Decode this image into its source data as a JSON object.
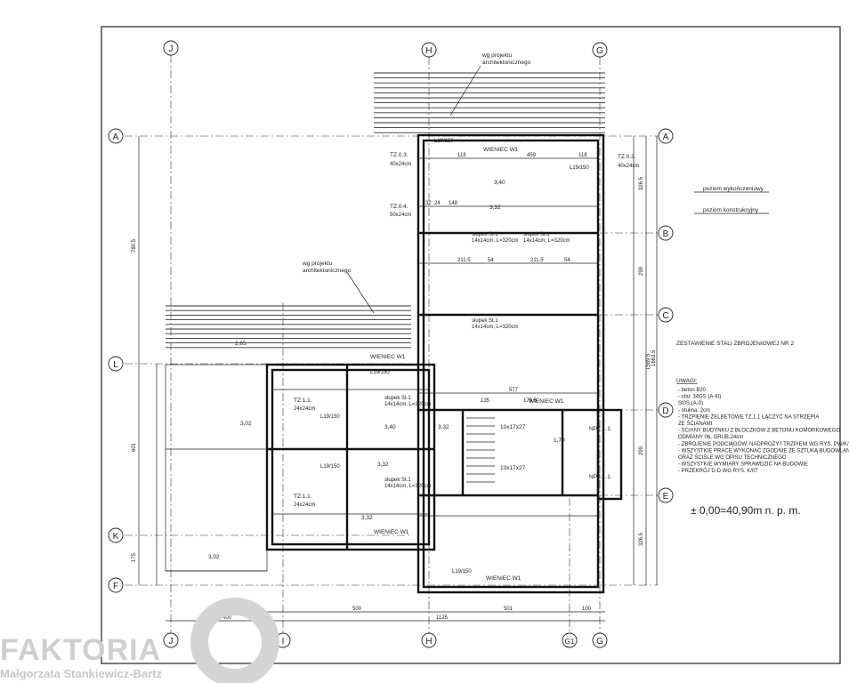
{
  "grid": {
    "top": [
      "J",
      "H",
      "G"
    ],
    "bottom": [
      "J",
      "I",
      "H",
      "G1",
      "G"
    ],
    "left": [
      "A",
      "L",
      "K",
      "F"
    ],
    "right": [
      "A",
      "B",
      "C",
      "D",
      "E"
    ]
  },
  "annotations": {
    "arch_ref_top": [
      "wg projektu",
      "architektonicznego"
    ],
    "arch_ref_mid": [
      "wg projektu",
      "architektonicznego"
    ],
    "level_legend": [
      "poziom wykończeniowy",
      "poziom konstrukcyjny"
    ],
    "beams": [
      "WIENIEC W1",
      "WIENIEC W1",
      "WIENIEC W1",
      "WIENIEC W1",
      "WIENIEC W1"
    ],
    "ties_left": [
      "TZ.0.3.",
      "40x24cm",
      "TZ.0.4.",
      "50x24cm"
    ],
    "ties_right": [
      "TZ.0.3.",
      "40x24cm"
    ],
    "tz11_a": [
      "TZ.1.1.",
      "24x24cm"
    ],
    "tz11_b": [
      "TZ.1.1.",
      "24x24cm"
    ],
    "npz": [
      "NPZ.1.1.",
      "NPZ.1.1."
    ],
    "levels": [
      "3,40",
      "3,32",
      "2,65",
      "3,02",
      "3,40",
      "3,32",
      "1,70",
      "3,32",
      "3,32",
      "3,02"
    ],
    "posts": [
      "słupek St.1",
      "14x14cm, L=320cm",
      "słupek St.1",
      "14x14cm, L=320cm",
      "słupek St.1",
      "14x14cm, L=320cm",
      "słupek St.1",
      "14x14cm, L=320cm",
      "słupek St.1",
      "14x14cm, L=320cm"
    ],
    "lintels": [
      "L19/150",
      "L19/150",
      "L19/150",
      "L19/150",
      "L19/150",
      "L19/150"
    ],
    "stairs": [
      "10x17x27",
      "10x17x27"
    ],
    "dims_top": [
      "118",
      "459",
      "118",
      "32",
      "24",
      "148",
      "211.5",
      "54",
      "211.5",
      "54",
      "577",
      "135",
      "179.5"
    ],
    "dims_bottom": [
      "400",
      "500",
      "501",
      "100",
      "1125"
    ],
    "dims_left": [
      "780.5",
      "601",
      "175"
    ],
    "dims_right": [
      "326.5",
      "299",
      "299",
      "326.5",
      "1663.5",
      "1589.5"
    ]
  },
  "notes": {
    "title": "ZESTAWIENIE STALI ZBROJENIOWEJ NR 2",
    "heading": "UWAGI:",
    "items": [
      "- beton B20",
      "- stal: 34GS (A-III)",
      "   St0S (A-0)",
      "- otulina: 2cm",
      "- TRZPIENIE ŻELBETOWE TZ.1.1 ŁĄCZYĆ NA STRZĘPIA",
      "  ZE ŚCIANAMI",
      "- ŚCIANY BUDYNKU Z BLOCZKÓW Z BETONU KOMÓRKOWEGO",
      "  ODMIANY 06, GRUB.24cm",
      "- ZBROJENIE PODCIĄGÓW, NADPROŻY I TRZPIENI WG RYS. PW/K/05",
      "- WSZYSTKIE PRACE WYKONAĆ ZGODNIE ZE SZTUKĄ BUDOWLANĄ",
      "  ORAZ ŚCISLE WG OPISU TECHNICZNEGO",
      "- WSZYSTKIE WYMIARY SPRAWDZIĆ NA BUDOWIE",
      "- PRZEKRÓJ D-D WG RYS. K/07"
    ],
    "datum": "± 0,00=40,90m n. p. m."
  },
  "watermark": {
    "brand": "FAKTORIA",
    "author": "Małgorzata Stankiewicz-Bartz"
  }
}
